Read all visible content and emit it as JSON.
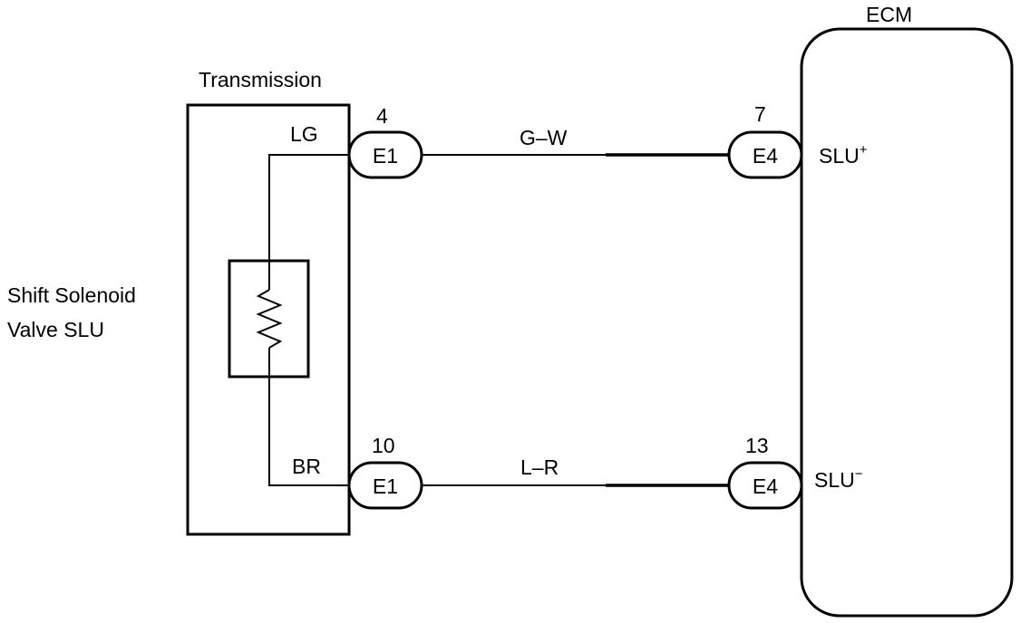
{
  "component": {
    "label_line1": "Shift Solenoid",
    "label_line2": "Valve SLU"
  },
  "transmission": {
    "title": "Transmission",
    "terminal_top": "LG",
    "terminal_bottom": "BR"
  },
  "ecm": {
    "title": "ECM",
    "terminal_top": "SLU+",
    "terminal_bottom": "SLU−"
  },
  "connectors": {
    "e1_top": {
      "pin": "4",
      "name": "E1"
    },
    "e1_bottom": {
      "pin": "10",
      "name": "E1"
    },
    "e4_top": {
      "pin": "7",
      "name": "E4"
    },
    "e4_bottom": {
      "pin": "13",
      "name": "E4"
    }
  },
  "wires": {
    "top_color": "G–W",
    "bottom_color": "L–R"
  },
  "colors": {
    "line": "#000000",
    "background": "#ffffff"
  }
}
